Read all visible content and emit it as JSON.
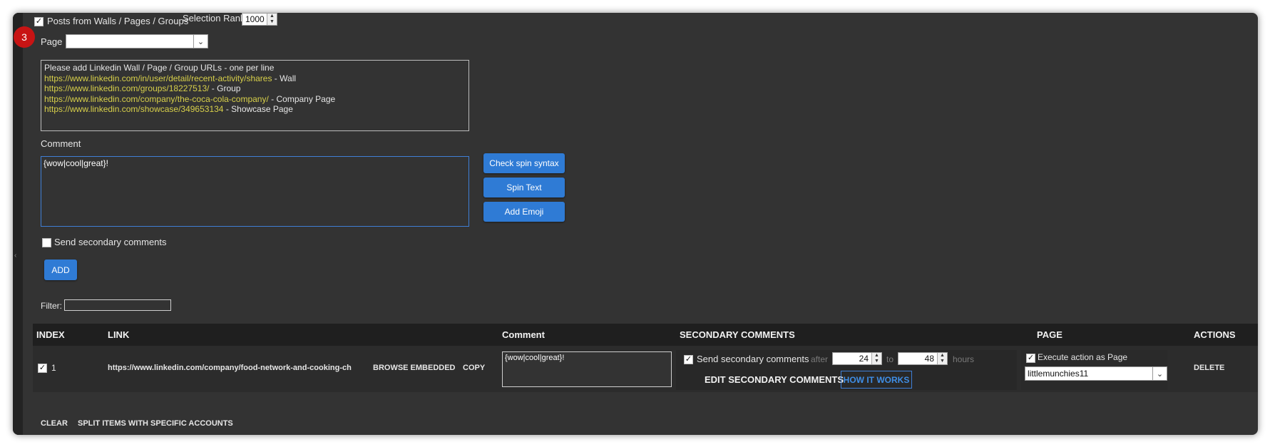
{
  "source": {
    "checkbox_label": "Posts from Walls / Pages / Groups",
    "checked": true,
    "selection_rank_label": "Selection Rank",
    "selection_rank_value": "1000"
  },
  "step_badge": "3",
  "page_label": "Page",
  "page_select_value": "",
  "url_list": {
    "intro": "Please add Linkedin Wall / Page / Group URLs - one per line",
    "examples": [
      {
        "url": "https://www.linkedin.com/in/user/detail/recent-activity/shares",
        "desc": " - Wall"
      },
      {
        "url": "https://www.linkedin.com/groups/18227513/",
        "desc": " - Group"
      },
      {
        "url": "https://www.linkedin.com/company/the-coca-cola-company/",
        "desc": " - Company Page"
      },
      {
        "url": "https://www.linkedin.com/showcase/349653134",
        "desc": " - Showcase Page"
      }
    ]
  },
  "comment": {
    "label": "Comment",
    "value": "{wow|cool|great}!"
  },
  "buttons": {
    "check_spin": "Check spin syntax",
    "spin_text": "Spin Text",
    "add_emoji": "Add Emoji",
    "add": "ADD"
  },
  "secondary_checkbox": {
    "label": "Send secondary comments",
    "checked": false
  },
  "filter": {
    "label": "Filter:",
    "value": ""
  },
  "table": {
    "headers": {
      "index": "INDEX",
      "link": "LINK",
      "comment": "Comment",
      "secondary": "SECONDARY COMMENTS",
      "page": "PAGE",
      "actions": "ACTIONS"
    },
    "rows": [
      {
        "checked": true,
        "index": "1",
        "link": "https://www.linkedin.com/company/food-network-and-cooking-ch",
        "browse": "BROWSE EMBEDDED",
        "copy": "COPY",
        "comment": "{wow|cool|great}!",
        "secondary_checked": true,
        "secondary_label": "Send secondary comments",
        "after_label": "after",
        "after_value": "24",
        "to_label": "to",
        "to_value": "48",
        "hours_label": "hours",
        "edit_secondary": "EDIT SECONDARY COMMENTS",
        "how_it_works": "HOW IT WORKS",
        "execute_as_page_checked": true,
        "execute_as_page_label": "Execute action as Page",
        "page_value": "littlemunchies11",
        "delete": "DELETE"
      }
    ]
  },
  "footer": {
    "clear": "CLEAR",
    "split": "SPLIT ITEMS WITH SPECIFIC ACCOUNTS"
  }
}
